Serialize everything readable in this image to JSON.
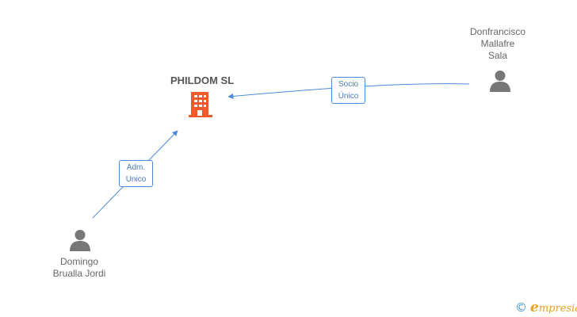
{
  "company": {
    "name": "PHILDOM SL",
    "icon": "building-icon",
    "color": "#f05a28"
  },
  "people": [
    {
      "id": "donfrancisco",
      "name": "Donfrancisco\nMallafre\nSala",
      "icon": "person-icon"
    },
    {
      "id": "domingo",
      "name": "Domingo\nBrualla Jordi",
      "icon": "person-icon"
    }
  ],
  "edges": [
    {
      "from": "donfrancisco",
      "to": "company",
      "label": "Socio\nÚnico"
    },
    {
      "from": "domingo",
      "to": "company",
      "label": "Adm.\nUnico"
    }
  ],
  "colors": {
    "edge": "#4a8ad8",
    "person": "#777777",
    "text": "#666666"
  },
  "brand": {
    "copyright": "©",
    "initial": "e",
    "rest": "mpresia"
  }
}
